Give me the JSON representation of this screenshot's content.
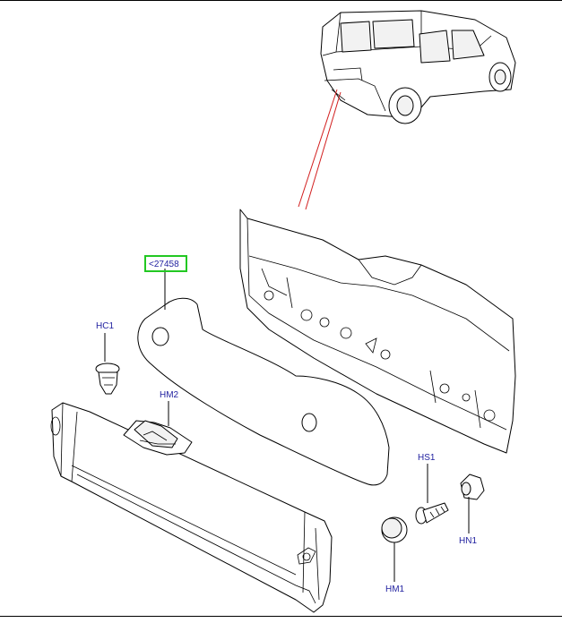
{
  "diagram": {
    "callouts": {
      "main_panel": "<27458",
      "clip": "HC1",
      "bracket": "HM2",
      "screw": "HS1",
      "nut": "HN1",
      "plug": "HM1"
    },
    "colors": {
      "callout_text": "#1f1f9f",
      "highlight_box": "#22c822",
      "link_lines": "#d21e1e"
    }
  }
}
